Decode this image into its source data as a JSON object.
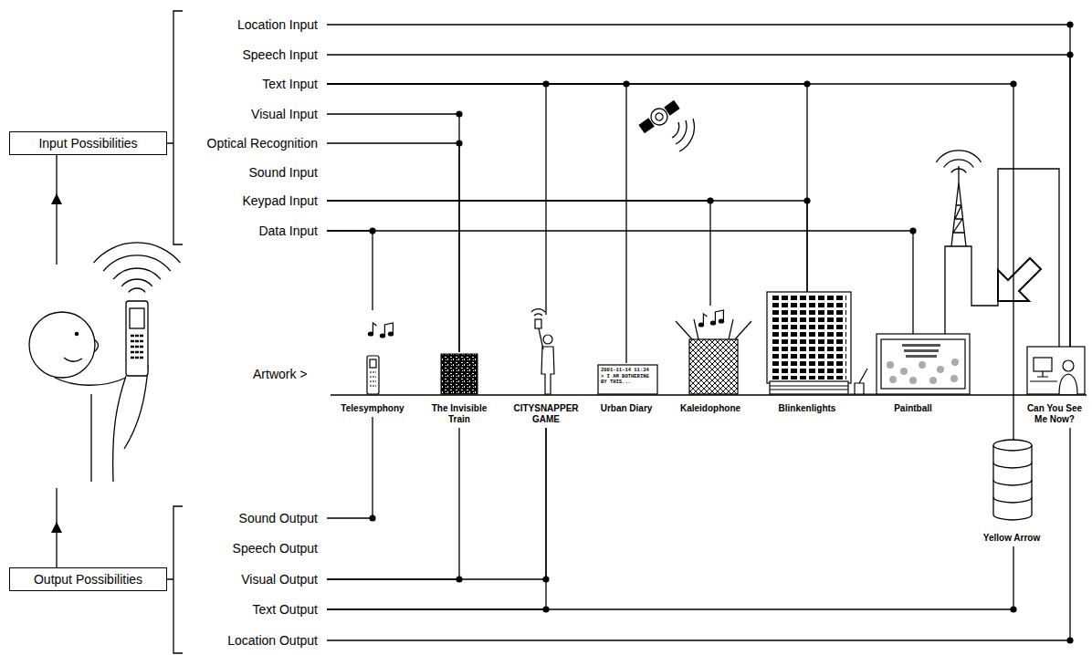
{
  "diagram": {
    "nodes": [
      {
        "text": [
          "Location Input"
        ]
      },
      {
        "text": [
          "Speech Input"
        ]
      },
      {
        "text": [
          "Text Input"
        ]
      },
      {
        "text": [
          "Visual Input"
        ]
      },
      {
        "text": [
          "Optical Recognition"
        ]
      },
      {
        "text": [
          "Sound Input"
        ]
      },
      {
        "text": [
          "Keypad Input"
        ]
      },
      {
        "text": [
          "Data Input"
        ]
      },
      {
        "text": [
          "Input Possibilities"
        ]
      },
      {
        "text": [
          "Telesymphony"
        ]
      },
      {
        "text": [
          "The Invisible Train"
        ]
      },
      {
        "text": [
          "CITYSNAPPER GAME"
        ]
      },
      {
        "text": [
          "Urban Diary"
        ]
      },
      {
        "text": [
          "Kaleidophone"
        ]
      },
      {
        "text": [
          "Blinkenlights"
        ]
      },
      {
        "text": [
          "Paintball"
        ]
      },
      {
        "text": [
          "Can You See Me Now?"
        ]
      },
      {
        "text": [
          "Yellow Arrow"
        ]
      },
      {
        "text": [
          "Sound Output"
        ]
      },
      {
        "text": [
          "Speech Output"
        ]
      },
      {
        "text": [
          "Visual Output"
        ]
      },
      {
        "text": [
          "Text Output"
        ]
      },
      {
        "text": [
          "Location Output"
        ]
      },
      {
        "text": [
          "Output Possibilities"
        ]
      }
    ],
    "edges": [
      {
        "from": 0,
        "to": 16,
        "arrow": "none"
      },
      {
        "from": 1,
        "to": 16,
        "arrow": "none"
      },
      {
        "from": 2,
        "to": 11,
        "arrow": "none"
      },
      {
        "from": 2,
        "to": 12,
        "arrow": "none"
      },
      {
        "from": 2,
        "to": 14,
        "arrow": "none"
      },
      {
        "from": 2,
        "to": 17,
        "arrow": "none"
      },
      {
        "from": 3,
        "to": 10,
        "arrow": "none"
      },
      {
        "from": 4,
        "to": 10,
        "arrow": "none"
      },
      {
        "from": 6,
        "to": 13,
        "arrow": "none"
      },
      {
        "from": 6,
        "to": 14,
        "arrow": "none"
      },
      {
        "from": 7,
        "to": 9,
        "arrow": "none"
      },
      {
        "from": 7,
        "to": 15,
        "arrow": "none"
      },
      {
        "from": 9,
        "to": 18,
        "arrow": "none"
      },
      {
        "from": 10,
        "to": 20,
        "arrow": "none"
      },
      {
        "from": 11,
        "to": 20,
        "arrow": "none"
      },
      {
        "from": 11,
        "to": 21,
        "arrow": "none"
      },
      {
        "from": 17,
        "to": 21,
        "arrow": "none"
      },
      {
        "from": 16,
        "to": 22,
        "arrow": "none"
      }
    ],
    "labels": [
      "Artwork >",
      "2001-11-14 11:34 > I AM BOTHERING BY THIS..."
    ]
  }
}
